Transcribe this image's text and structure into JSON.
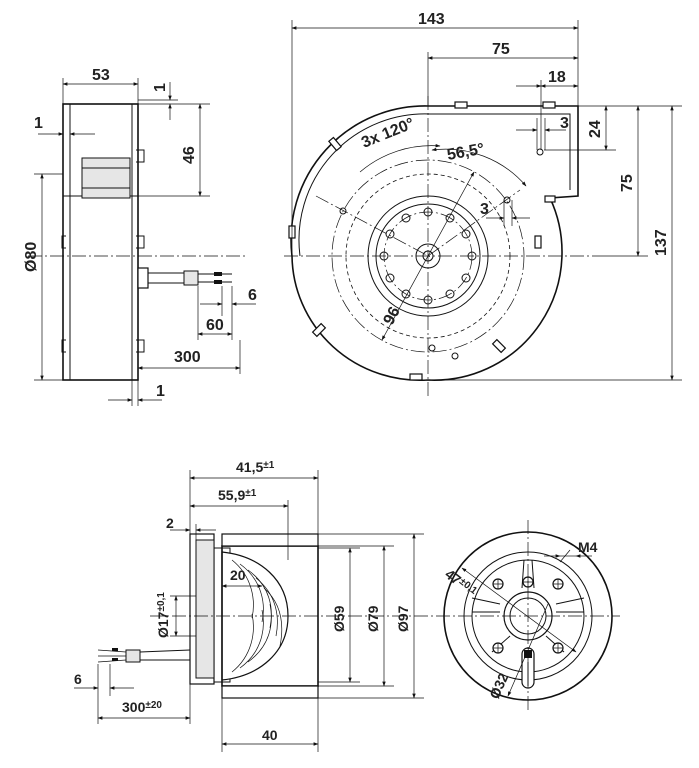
{
  "views": {
    "side_top": {
      "dims": {
        "width_53": "53",
        "flange_1_top": "1",
        "offset_1_left": "1",
        "height_46": "46",
        "dia_80": "Ø80",
        "lead_6": "6",
        "lead_60": "60",
        "lead_300": "300",
        "base_1": "1"
      }
    },
    "front_top": {
      "dims": {
        "width_143": "143",
        "width_75": "75",
        "width_18": "18",
        "offset_3_top": "3",
        "height_24": "24",
        "height_75": "75",
        "height_137": "137",
        "angle_3x120": "3x 120°",
        "angle_56_5": "56,5°",
        "offset_3_mid": "3",
        "dia_96": "96"
      }
    },
    "side_bottom": {
      "dims": {
        "len_41_5": "41,5",
        "len_41_5_tol": "±1",
        "len_55_9": "55,9",
        "len_55_9_tol": "±1",
        "flange_2": "2",
        "len_20": "20",
        "dia_17": "Ø17",
        "dia_17_tol": "±0,1",
        "dia_59": "Ø59",
        "dia_79": "Ø79",
        "dia_97": "Ø97",
        "lead_6": "6",
        "lead_300": "300",
        "lead_300_tol": "±20",
        "len_40": "40"
      }
    },
    "front_bottom": {
      "dims": {
        "thread_m4": "M4",
        "dia_47": "47",
        "dia_47_tol": "±0,1",
        "dia_32": "Ø32"
      }
    }
  }
}
